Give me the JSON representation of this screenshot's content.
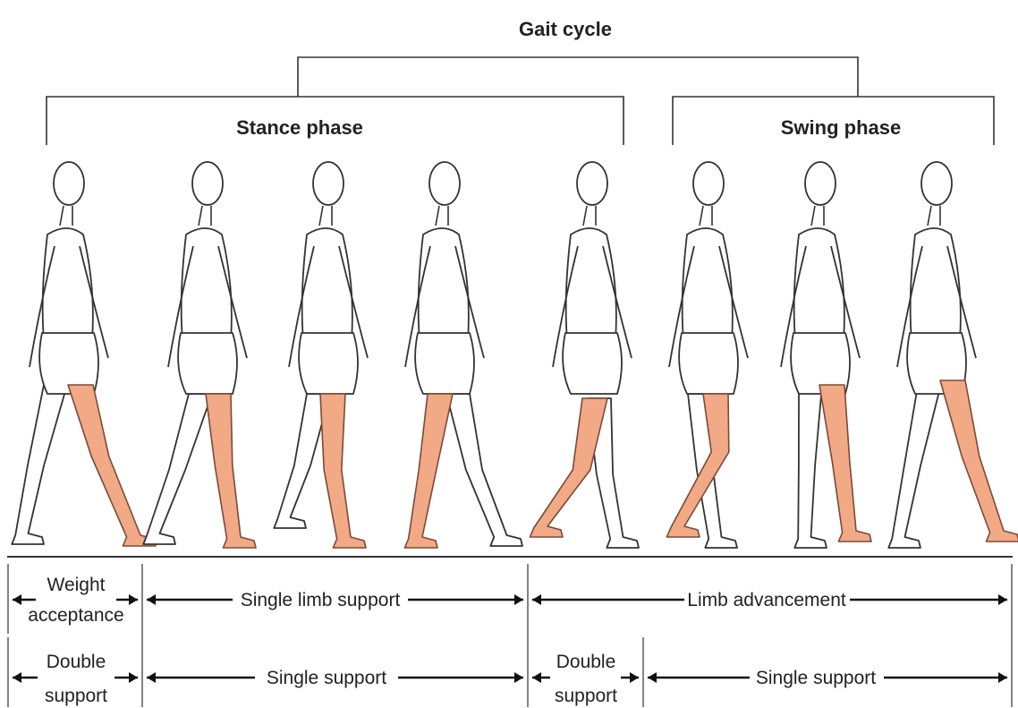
{
  "title": "Gait cycle",
  "phases": {
    "stance": "Stance phase",
    "swing": "Swing phase"
  },
  "row1": {
    "weight_acceptance": [
      "Weight",
      "acceptance"
    ],
    "single_limb_support": "Single limb support",
    "limb_advancement": "Limb advancement"
  },
  "row2": {
    "double_support_1": [
      "Double",
      "support"
    ],
    "single_support_1": "Single support",
    "double_support_2": [
      "Double",
      "support"
    ],
    "single_support_2": "Single support"
  },
  "figures": [
    {
      "pose": "initial-contact"
    },
    {
      "pose": "loading-response"
    },
    {
      "pose": "mid-stance"
    },
    {
      "pose": "terminal-stance"
    },
    {
      "pose": "pre-swing"
    },
    {
      "pose": "initial-swing"
    },
    {
      "pose": "mid-swing"
    },
    {
      "pose": "terminal-swing"
    }
  ],
  "colors": {
    "reference_leg": "#f2a985",
    "outline": "#333333"
  }
}
